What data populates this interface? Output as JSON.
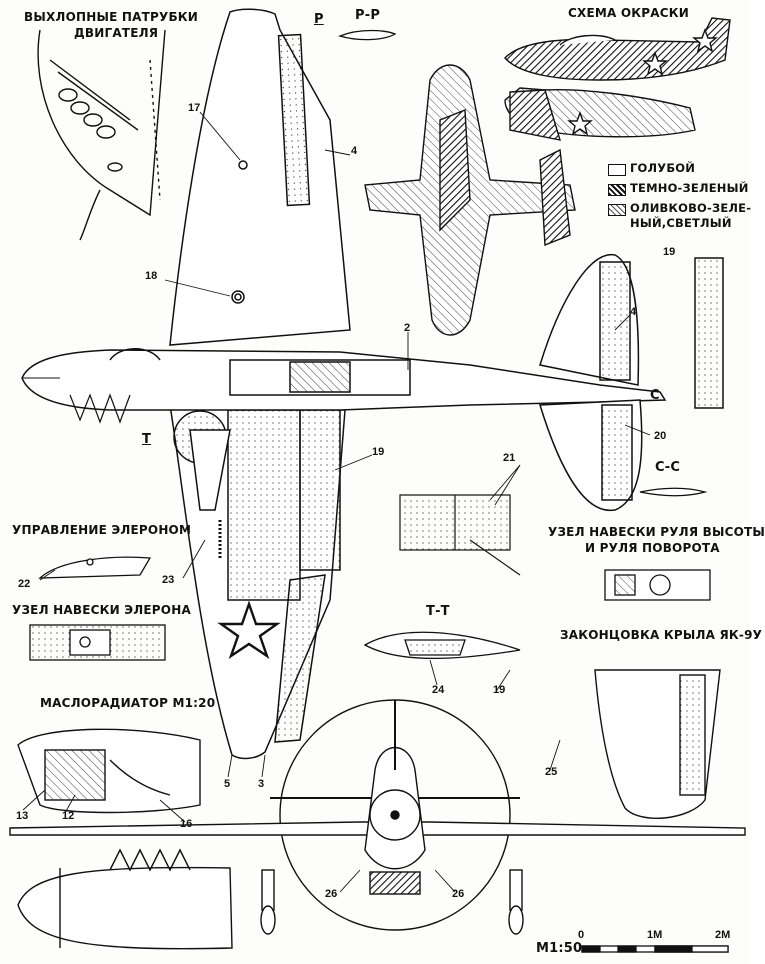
{
  "titles": {
    "exhaust": [
      "ВЫХЛОПНЫЕ ПАТРУБКИ",
      "ДВИГАТЕЛЯ"
    ],
    "paint_scheme": "СХЕМА ОКРАСКИ",
    "aileron_control": "УПРАВЛЕНИЕ ЭЛЕРОНОМ",
    "aileron_hinge": "УЗЕЛ НАВЕСКИ ЭЛЕРОНА",
    "oil_cooler": "МАСЛОРАДИАТОР М1:20",
    "tail_hinge": [
      "УЗЕЛ НАВЕСКИ РУЛЯ ВЫСОТЫ",
      "И РУЛЯ ПОВОРОТА"
    ],
    "wingtip": "ЗАКОНЦОВКА КРЫЛА ЯК-9У"
  },
  "sections": {
    "p": "Р",
    "pp": "Р-Р",
    "c": "С",
    "cc": "С-С",
    "t": "Т",
    "tt": "Т-Т"
  },
  "legend": [
    {
      "label": "ГОЛУБОЙ",
      "fill": "plain"
    },
    {
      "label": "ТЕМНО-ЗЕЛЕНЫЙ",
      "fill": "dark"
    },
    {
      "label": "ОЛИВКОВО-ЗЕЛЕ-",
      "fill": "olive"
    },
    {
      "label": "НЫЙ,СВЕТЛЫЙ",
      "fill": "none"
    }
  ],
  "callouts": {
    "n2": "2",
    "n3": "3",
    "n4a": "4",
    "n4b": "4",
    "n5": "5",
    "n12": "12",
    "n13": "13",
    "n16": "16",
    "n17": "17",
    "n18": "18",
    "n19a": "19",
    "n19b": "19",
    "n19c": "19",
    "n20": "20",
    "n21": "21",
    "n22": "22",
    "n23": "23",
    "n24": "24",
    "n25": "25",
    "n26a": "26",
    "n26b": "26"
  },
  "scale": {
    "label": "М1:50",
    "ticks": [
      "0",
      "1М",
      "2М"
    ]
  },
  "colors": {
    "ink": "#111111",
    "paper": "#fdfdfb"
  }
}
